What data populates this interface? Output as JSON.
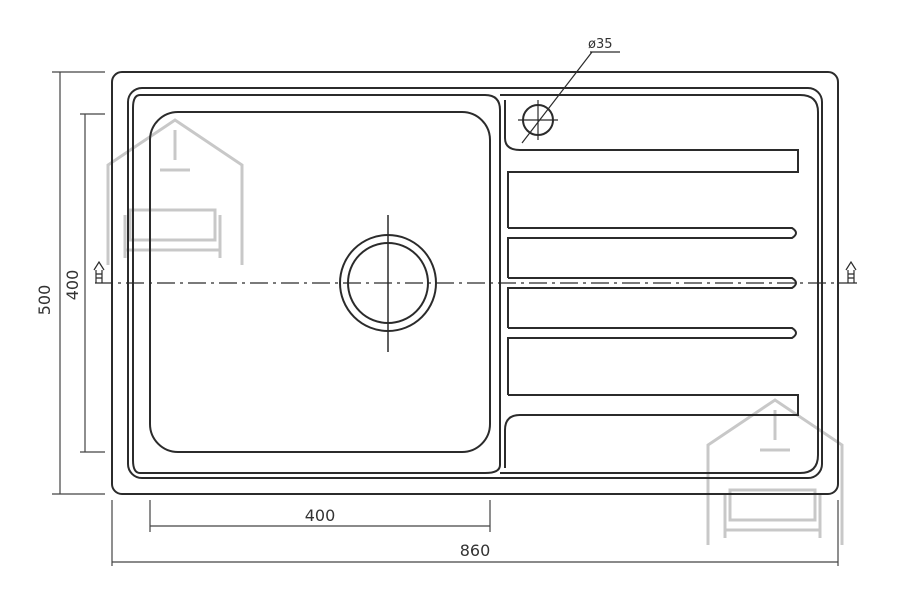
{
  "drawing": {
    "dimensions": {
      "overall_width": "860",
      "overall_height": "500",
      "bowl_width": "400",
      "bowl_height": "400",
      "tap_hole": "ø35"
    },
    "colors": {
      "line": "#2b2b2b",
      "dim_line": "#444444",
      "watermark": "#c8c8c8"
    }
  }
}
